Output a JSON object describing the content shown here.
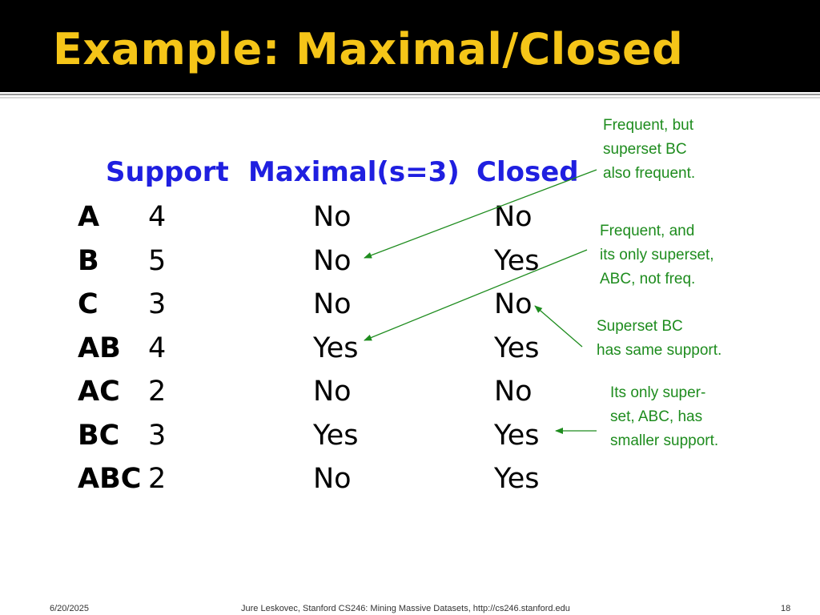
{
  "slide": {
    "title": "Example: Maximal/Closed"
  },
  "table": {
    "headers": {
      "support": "Support",
      "maximal": "Maximal(s=3)",
      "closed": "Closed"
    },
    "rows": [
      {
        "item": "A",
        "support": "4",
        "maximal": "No",
        "closed": "No"
      },
      {
        "item": "B",
        "support": "5",
        "maximal": "No",
        "closed": "Yes"
      },
      {
        "item": "C",
        "support": "3",
        "maximal": "No",
        "closed": "No"
      },
      {
        "item": "AB",
        "support": "4",
        "maximal": "Yes",
        "closed": "Yes"
      },
      {
        "item": "AC",
        "support": "2",
        "maximal": "No",
        "closed": "No"
      },
      {
        "item": "BC",
        "support": "3",
        "maximal": "Yes",
        "closed": "Yes"
      },
      {
        "item": "ABC",
        "support": "2",
        "maximal": "No",
        "closed": "Yes"
      }
    ]
  },
  "annotations": [
    {
      "text": "Frequent, but\nsuperset BC\nalso frequent."
    },
    {
      "text": "Frequent, and\nits only superset,\nABC, not freq."
    },
    {
      "text": "Superset BC\nhas same support."
    },
    {
      "text": "Its only super-\nset, ABC, has\nsmaller support."
    }
  ],
  "footer": {
    "date": "6/20/2025",
    "credit": "Jure Leskovec, Stanford CS246: Mining Massive Datasets, http://cs246.stanford.edu",
    "page": "18"
  },
  "colors": {
    "title": "#f5c518",
    "header": "#1f1fe0",
    "annotation": "#1e8c1e"
  }
}
